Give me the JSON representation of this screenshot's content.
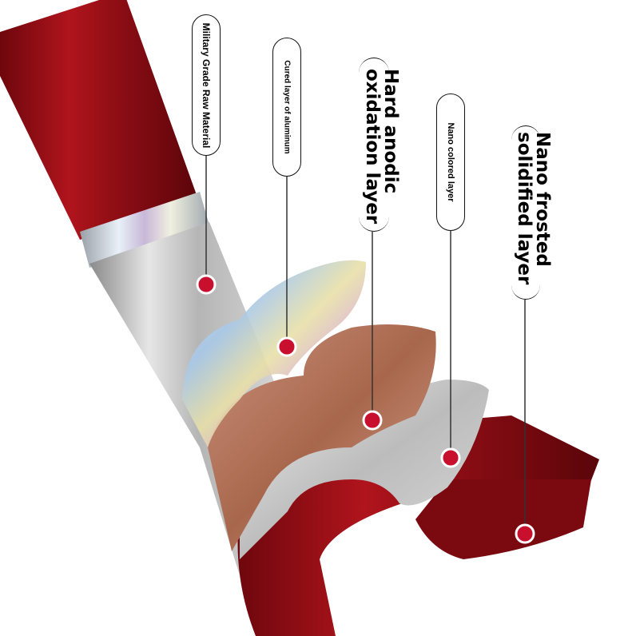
{
  "colors": {
    "tube_red": "#9e1118",
    "tube_dark": "#5a050a",
    "marker_red": "#c8102e",
    "copper": "#b97a5f",
    "silver": "#c9c9c9",
    "leader": "#333333"
  },
  "labels": {
    "military": "Military Grade Raw Material",
    "cured": "Cured layer of aluminum",
    "hard_anodic_line1": "Hard anodic",
    "hard_anodic_line2": "oxidation layer",
    "nano_colored": "Nano colored layer",
    "nano_frosted_line1": "Nano frosted",
    "nano_frosted_line2": "solidified layer"
  }
}
